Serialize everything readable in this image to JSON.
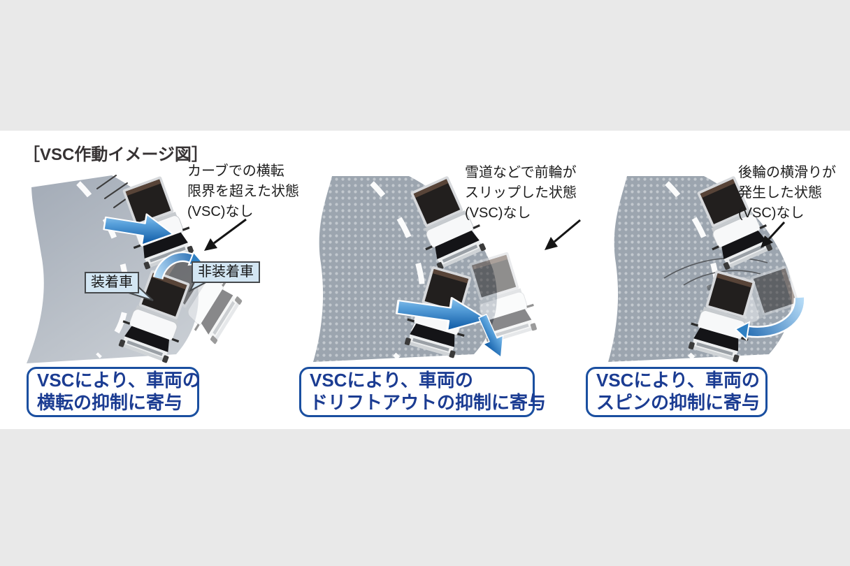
{
  "title": "［VSC作動イメージ図］",
  "panels": [
    {
      "name": "rollover",
      "annotation_lines": [
        "カーブでの横転",
        "限界を超えた状態",
        "(VSC)なし"
      ],
      "callout_equipped": "装着車",
      "callout_non_equipped": "非装着車",
      "caption_lines": [
        "VSCにより、車両の",
        "横転の抑制に寄与"
      ]
    },
    {
      "name": "drift-out",
      "annotation_lines": [
        "雪道などで前輪が",
        "スリップした状態",
        "(VSC)なし"
      ],
      "caption_lines": [
        "VSCにより、車両の",
        "ドリフトアウトの抑制に寄与"
      ]
    },
    {
      "name": "spin",
      "annotation_lines": [
        "後輪の横滑りが",
        "発生した状態",
        "(VSC)なし"
      ],
      "caption_lines": [
        "VSCにより、車両の",
        "スピンの抑制に寄与"
      ]
    }
  ],
  "icons": {
    "momentum_arrow": "blue-gradient-arrow",
    "rollover_arrow": "curved-blue-arrow",
    "drift_arrow": "blue-gradient-arrow-down",
    "spin_arrow": "curved-blue-arrow-left",
    "pointer_arrow": "black-diagonal-arrow",
    "speed_lines": "motion-streaks"
  },
  "colors": {
    "band_gray": "#e9e9e9",
    "content_white": "#ffffff",
    "road_gray_start": "#a6aeb9",
    "road_gray_end": "#c9ced4",
    "snow_road_base": "#9ca5af",
    "snow_road_dot": "#c2c8ce",
    "caption_border": "#1a4fa0",
    "caption_text": "#1b3c92",
    "callout_bg": "#d3e6f3",
    "callout_border": "#46494c",
    "arrow_blue_light": "#b7dcf7",
    "arrow_blue_dark": "#135fa9",
    "annotation_text": "#1c1c1c"
  }
}
